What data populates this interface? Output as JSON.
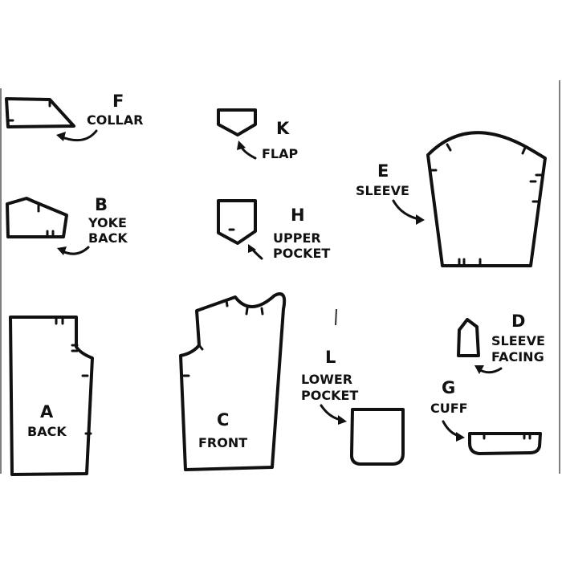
{
  "diagram": {
    "type": "sewing-pattern-layout",
    "colors": {
      "ink": "#111111",
      "paper": "#ffffff"
    },
    "pieces": [
      {
        "id": "F",
        "letter": "F",
        "name_lines": [
          "COLLAR"
        ]
      },
      {
        "id": "B",
        "letter": "B",
        "name_lines": [
          "YOKE",
          "BACK"
        ]
      },
      {
        "id": "K",
        "letter": "K",
        "name_lines": [
          "FLAP"
        ]
      },
      {
        "id": "H",
        "letter": "H",
        "name_lines": [
          "UPPER",
          "POCKET"
        ]
      },
      {
        "id": "E",
        "letter": "E",
        "name_lines": [
          "SLEEVE"
        ]
      },
      {
        "id": "A",
        "letter": "A",
        "name_lines": [
          "BACK"
        ]
      },
      {
        "id": "C",
        "letter": "C",
        "name_lines": [
          "FRONT"
        ]
      },
      {
        "id": "L",
        "letter": "L",
        "name_lines": [
          "LOWER",
          "POCKET"
        ]
      },
      {
        "id": "D",
        "letter": "D",
        "name_lines": [
          "SLEEVE",
          "FACING"
        ]
      },
      {
        "id": "G",
        "letter": "G",
        "name_lines": [
          "CUFF"
        ]
      }
    ]
  }
}
